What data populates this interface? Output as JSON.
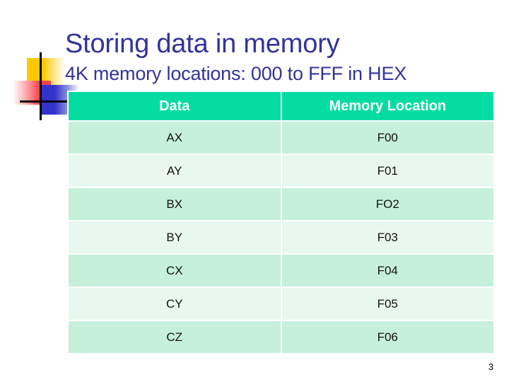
{
  "slide": {
    "title": "Storing data in memory",
    "subtitle": "4K memory locations: 000 to FFF in HEX",
    "page_number": "3",
    "colors": {
      "title_text": "#333399",
      "header_fill": "#04DCA2",
      "header_text": "#ffffff",
      "row_dark": "#C6F0DA",
      "row_light": "#E8F8F0",
      "body_text": "#111111",
      "background": "#ffffff"
    }
  },
  "logo": {
    "squares": [
      {
        "name": "yellow-square",
        "color": "#FFC800"
      },
      {
        "name": "red-square",
        "color": "#F7434B"
      },
      {
        "name": "blue-square",
        "color": "#3333CC"
      },
      {
        "name": "teal-square",
        "color": "#04DCA2"
      }
    ],
    "lines": [
      {
        "name": "vertical-line",
        "color": "#000000"
      },
      {
        "name": "horizontal-line",
        "color": "#000000"
      }
    ]
  },
  "table": {
    "headers": [
      "Data",
      "Memory Location"
    ],
    "rows": [
      {
        "data": "AX",
        "location": "F00"
      },
      {
        "data": "AY",
        "location": "F01"
      },
      {
        "data": "BX",
        "location": "FO2"
      },
      {
        "data": "BY",
        "location": "F03"
      },
      {
        "data": "CX",
        "location": "F04"
      },
      {
        "data": "CY",
        "location": "F05"
      },
      {
        "data": "CZ",
        "location": "F06"
      }
    ]
  }
}
